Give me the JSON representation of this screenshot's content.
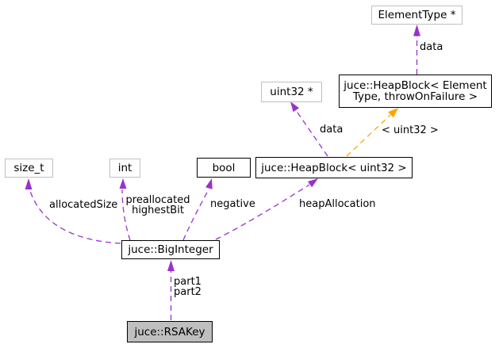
{
  "diagram_kind": "collaboration-graph",
  "colors": {
    "background": "#ffffff",
    "text": "#000000",
    "dependency_edge": "#9932cc",
    "template_edge": "#ffa500",
    "class_node_border": "#000000",
    "external_node_border": "#c0c0c0",
    "highlighted_node_fill": "#bfbfbf"
  },
  "nodes": [
    {
      "id": "elementtype-ptr",
      "label": "ElementType *",
      "style": "external"
    },
    {
      "id": "heapblock-elementtype",
      "label": "juce::HeapBlock< Element\nType, throwOnFailure >",
      "style": "class"
    },
    {
      "id": "uint32-ptr",
      "label": "uint32 *",
      "style": "external"
    },
    {
      "id": "heapblock-uint32",
      "label": "juce::HeapBlock< uint32 >",
      "style": "class"
    },
    {
      "id": "size-t",
      "label": "size_t",
      "style": "external"
    },
    {
      "id": "int",
      "label": "int",
      "style": "external"
    },
    {
      "id": "bool",
      "label": "bool",
      "style": "class"
    },
    {
      "id": "biginteger",
      "label": "juce::BigInteger",
      "style": "class"
    },
    {
      "id": "rsakey",
      "label": "juce::RSAKey",
      "style": "highlighted"
    }
  ],
  "edges": [
    {
      "from": "heapblock-elementtype",
      "to": "elementtype-ptr",
      "label": "data",
      "kind": "dependency"
    },
    {
      "from": "heapblock-uint32",
      "to": "uint32-ptr",
      "label": "data",
      "kind": "dependency"
    },
    {
      "from": "heapblock-uint32",
      "to": "heapblock-elementtype",
      "label": "< uint32 >",
      "kind": "template-instantiation"
    },
    {
      "from": "biginteger",
      "to": "size-t",
      "label": "allocatedSize",
      "kind": "dependency"
    },
    {
      "from": "biginteger",
      "to": "int",
      "label": "preallocated\nhighestBit",
      "kind": "dependency"
    },
    {
      "from": "biginteger",
      "to": "bool",
      "label": "negative",
      "kind": "dependency"
    },
    {
      "from": "biginteger",
      "to": "heapblock-uint32",
      "label": "heapAllocation",
      "kind": "dependency"
    },
    {
      "from": "rsakey",
      "to": "biginteger",
      "label": "part1\npart2",
      "kind": "dependency"
    }
  ]
}
